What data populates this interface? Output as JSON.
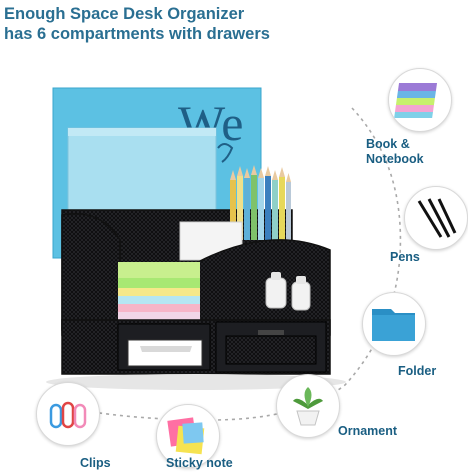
{
  "headline": {
    "line1": "Enough Space Desk Organizer",
    "line2": "has 6 compartments with drawers"
  },
  "book_cover_text": "We",
  "accessories": [
    {
      "label_line1": "Book &",
      "label_line2": "Notebook",
      "icon": "book-stack-icon"
    },
    {
      "label_line1": "Pens",
      "icon": "pens-icon"
    },
    {
      "label_line1": "Folder",
      "icon": "folder-icon"
    },
    {
      "label_line1": "Ornament",
      "icon": "potted-plant-icon"
    },
    {
      "label_line1": "Sticky note",
      "icon": "sticky-note-icon"
    },
    {
      "label_line1": "Clips",
      "icon": "paper-clip-icon"
    }
  ],
  "colors": {
    "headline": "#2a6f92",
    "label": "#1a5e82",
    "mesh": "#1b1c1f",
    "folder": "#2a8fc5",
    "magazine": "#5cc1e3"
  }
}
